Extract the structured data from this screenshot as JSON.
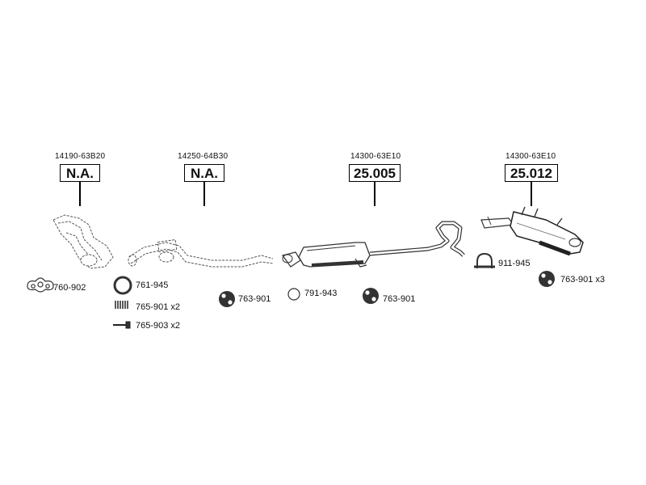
{
  "groups": [
    {
      "oem": "14190-63B20",
      "box": "N.A."
    },
    {
      "oem": "14250-64B30",
      "box": "N.A."
    },
    {
      "oem": "14300-63E10",
      "box": "25.005"
    },
    {
      "oem": "14300-63E10",
      "box": "25.012"
    }
  ],
  "parts": [
    {
      "label": "760-902",
      "icon": "gasket-icon"
    },
    {
      "label": "761-945",
      "icon": "ring-gasket-icon"
    },
    {
      "label": "765-901 x2",
      "icon": "spring-icon"
    },
    {
      "label": "765-903 x2",
      "icon": "bolt-icon"
    },
    {
      "label": "763-901",
      "icon": "rubber-hanger-icon"
    },
    {
      "label": "791-943",
      "icon": "o-ring-icon"
    },
    {
      "label": "763-901",
      "icon": "rubber-hanger-icon"
    },
    {
      "label": "911-945",
      "icon": "u-clamp-icon"
    },
    {
      "label": "763-901 x3",
      "icon": "rubber-hanger-icon"
    }
  ]
}
